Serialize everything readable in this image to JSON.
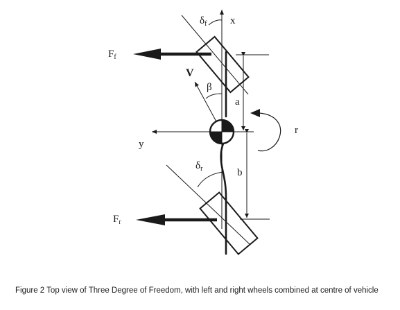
{
  "labels": {
    "x_axis": "x",
    "y_axis": "y",
    "delta_f": "δ",
    "delta_f_sub": "f",
    "delta_r": "δ",
    "delta_r_sub": "r",
    "force_front": "F",
    "force_front_sub": "f",
    "force_rear": "F",
    "force_rear_sub": "r",
    "velocity": "V",
    "beta": "β",
    "dist_a": "a",
    "dist_b": "b",
    "yaw_rate": "r"
  },
  "caption": "Figure 2 Top view of Three Degree of Freedom, with left and right wheels combined at centre of vehicle",
  "colors": {
    "ink": "#1a1a1a",
    "background": "#ffffff"
  }
}
